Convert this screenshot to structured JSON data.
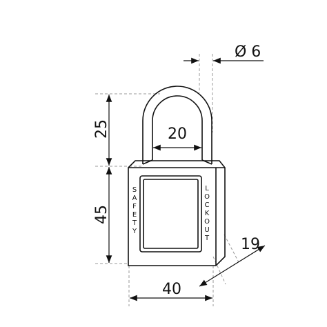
{
  "dimensions": {
    "shackle_diameter": "Ø 6",
    "shackle_height": "25",
    "shackle_inner_width": "20",
    "body_height": "45",
    "body_depth": "19",
    "body_width": "40"
  },
  "engraving": {
    "left": [
      "S",
      "A",
      "F",
      "E",
      "T",
      "Y"
    ],
    "right": [
      "L",
      "O",
      "C",
      "K",
      "O",
      "U",
      "T"
    ]
  },
  "colors": {
    "line": "#111111",
    "extension_line": "#999999",
    "background": "#ffffff"
  }
}
